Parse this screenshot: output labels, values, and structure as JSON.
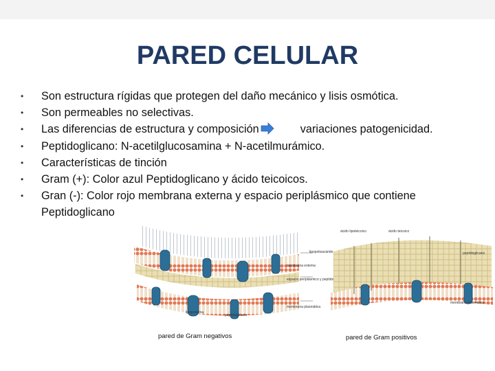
{
  "slide": {
    "title": "PARED CELULAR",
    "bullets": [
      "Son estructura rígidas que protegen del daño mecánico y lisis osmótica.",
      "Son permeables no selectivas.",
      "Las diferencias de estructura y composición",
      "Peptidoglicano: N-acetilglucosamina + N-acetilmurámico.",
      "Características de tinción",
      "Gram (+): Color azul Peptidoglicano y ácido teicoicos.",
      "Gran (-): Color rojo membrana externa y espacio periplásmico que contiene"
    ],
    "bullet3_tail": "variaciones patogenicidad.",
    "bullet7_cont": "Peptidoglicano",
    "arrow_icon": "right-arrow-icon",
    "colors": {
      "title": "#1f3a64",
      "arrow": "#3a7fd5"
    }
  },
  "figure": {
    "left_caption": "pared de Gram negativos",
    "right_caption": "pared de Gram positivos",
    "labels": {
      "lps": "lipopolisacárido",
      "outer_membrane": "membrana externa",
      "periplasm": "espacio periplásmico y peptidoglicano",
      "plasma_membrane": "membrana plasmática",
      "lipoprotein": "lipoproteína",
      "peptidoglycan": "peptidoglicano",
      "lipoteichoic": "ácido lipoteicoico",
      "teichoic": "ácido teicoico",
      "pg_right": "peptidoglicano",
      "pm_right": "membrana plasmática"
    }
  }
}
